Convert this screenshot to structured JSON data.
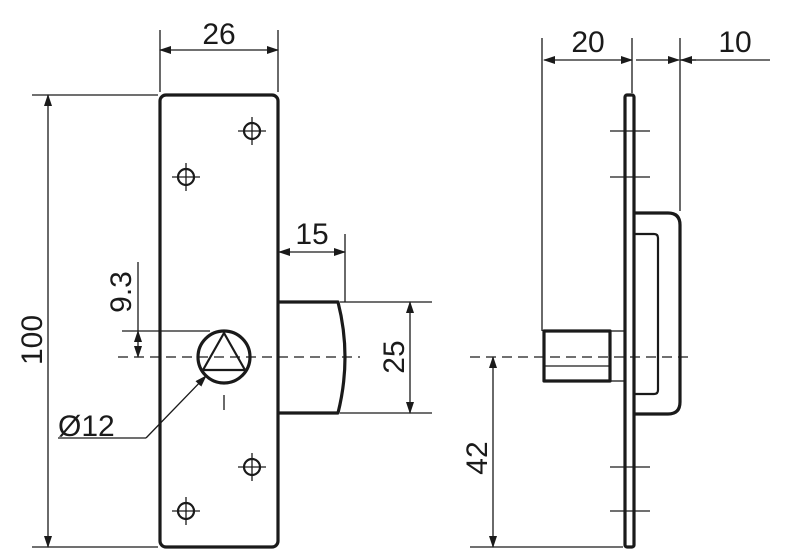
{
  "dimensions": {
    "plate_width": "26",
    "plate_height": "100",
    "bolt_projection": "15",
    "bolt_height": "25",
    "keyhole_offset": "9.3",
    "keyhole_diameter": "Ø12",
    "side_depth": "20",
    "side_case": "10",
    "side_height": "42"
  },
  "colors": {
    "line": "#1a1a1a",
    "background": "#ffffff"
  }
}
